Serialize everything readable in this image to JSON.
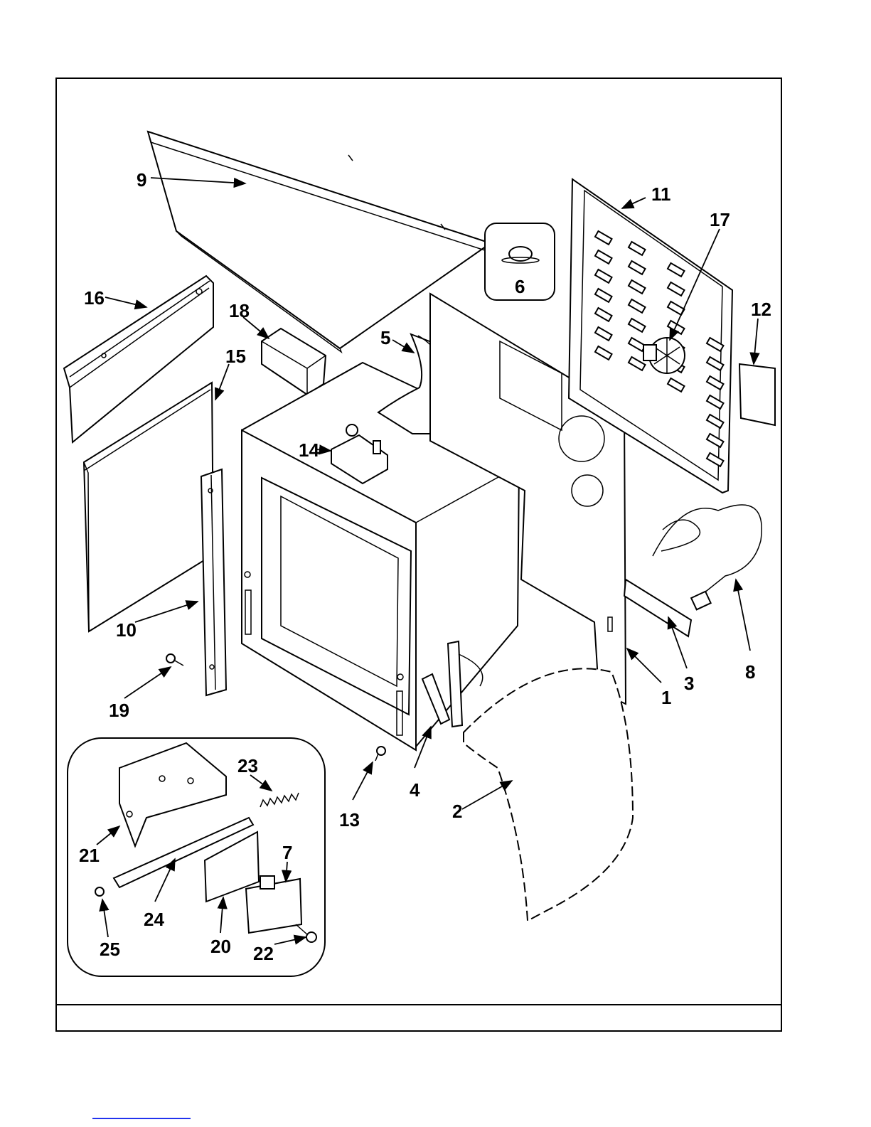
{
  "labels": {
    "p1": "1",
    "p2": "2",
    "p3": "3",
    "p4": "4",
    "p5": "5",
    "p6": "6",
    "p7": "7",
    "p8": "8",
    "p9": "9",
    "p10": "10",
    "p11": "11",
    "p12": "12",
    "p13": "13",
    "p14": "14",
    "p15": "15",
    "p16": "16",
    "p17": "17",
    "p18": "18",
    "p19": "19",
    "p20": "20",
    "p21": "21",
    "p22": "22",
    "p23": "23",
    "p24": "24",
    "p25": "25"
  },
  "colors": {
    "line": "#000000",
    "background": "#ffffff"
  }
}
